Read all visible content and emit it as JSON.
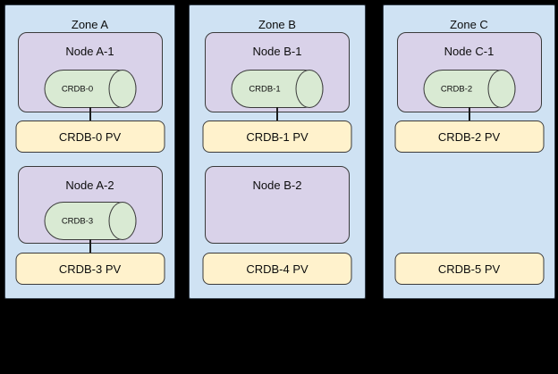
{
  "diagram": {
    "description": "Three availability zones with nodes, CRDB database cylinders and persistent volumes",
    "background_color": "#000000",
    "colors": {
      "zone_fill": "#cfe2f3",
      "node_fill": "#d9d2e9",
      "cylinder_fill": "#d9ead3",
      "pv_fill": "#fff2cc",
      "border": "#3a3a3a"
    },
    "zones": [
      {
        "title": "Zone A",
        "nodes": [
          {
            "label": "Node A-1",
            "cylinder": "CRDB-0",
            "pv": "CRDB-0 PV",
            "connected": true
          },
          {
            "label": "Node A-2",
            "cylinder": "CRDB-3",
            "pv": "CRDB-3 PV",
            "connected": true
          }
        ]
      },
      {
        "title": "Zone B",
        "nodes": [
          {
            "label": "Node B-1",
            "cylinder": "CRDB-1",
            "pv": "CRDB-1 PV",
            "connected": true
          },
          {
            "label": "Node B-2",
            "cylinder": null,
            "pv": "CRDB-4 PV",
            "connected": false
          }
        ]
      },
      {
        "title": "Zone C",
        "nodes": [
          {
            "label": "Node C-1",
            "cylinder": "CRDB-2",
            "pv": "CRDB-2 PV",
            "connected": true
          },
          {
            "label": null,
            "cylinder": null,
            "pv": "CRDB-5 PV",
            "connected": false
          }
        ]
      }
    ]
  }
}
